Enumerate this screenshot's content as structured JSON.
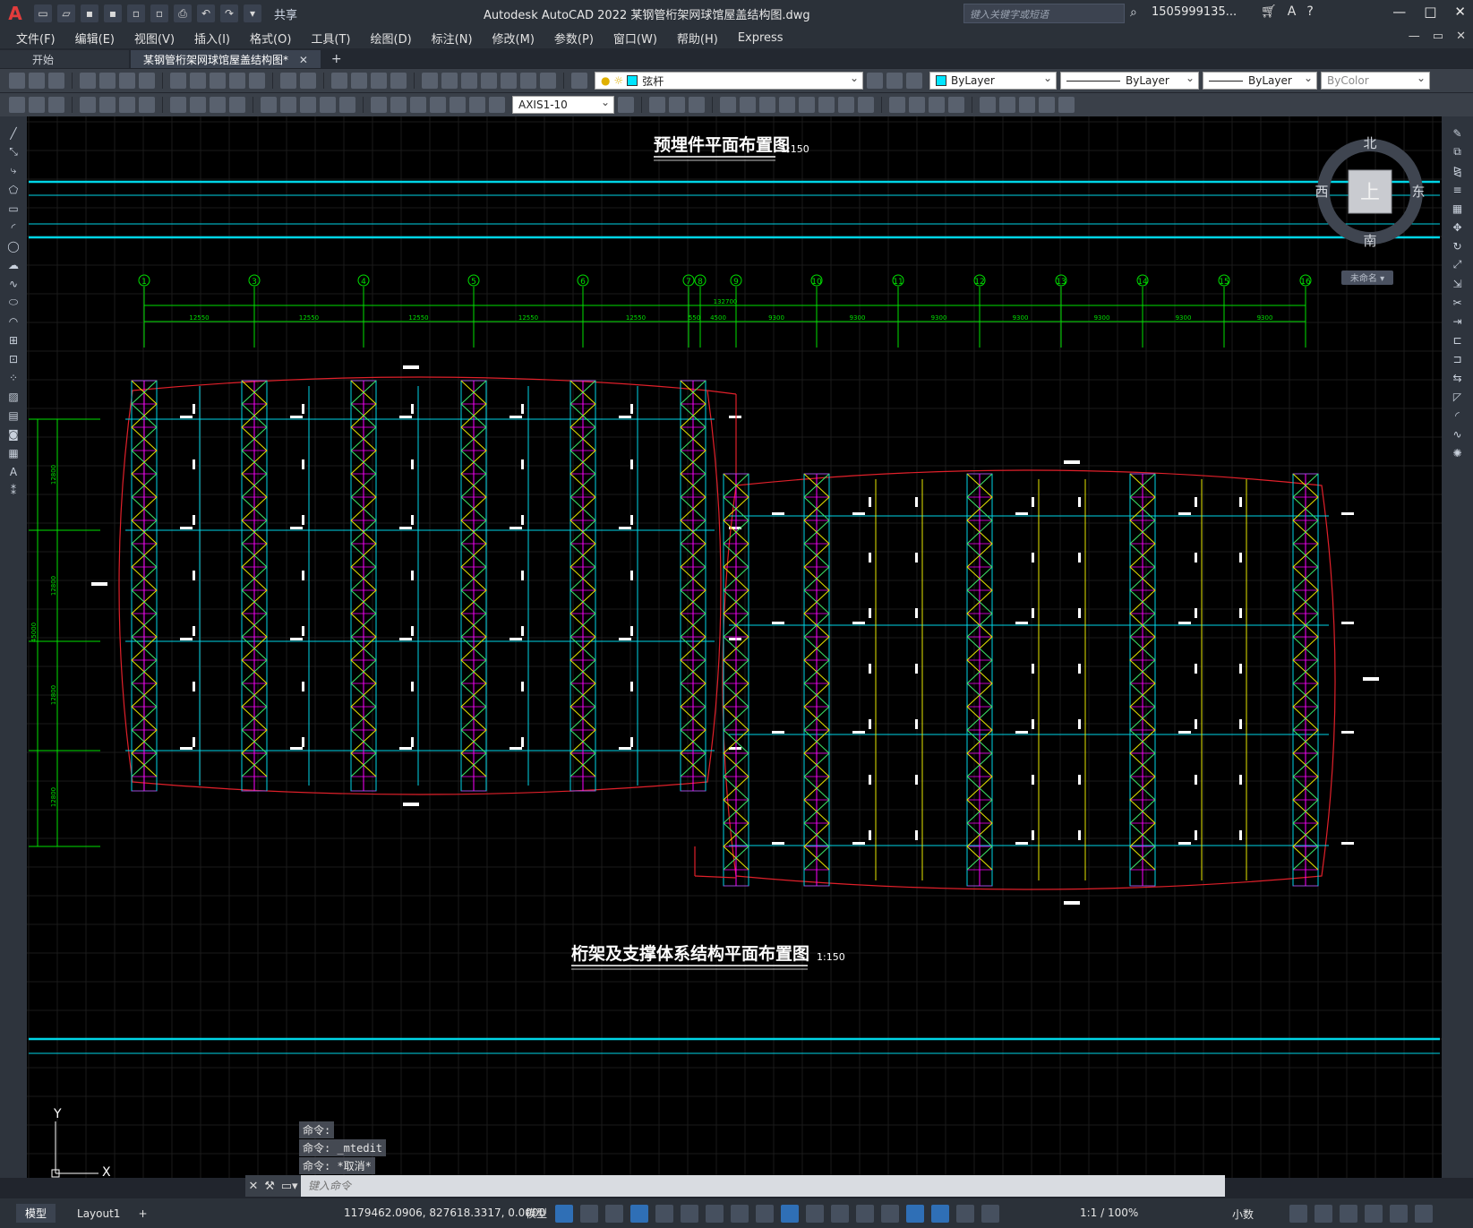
{
  "app": {
    "logo": "A",
    "share_label": "共享",
    "title": "Autodesk AutoCAD 2022    某钢管桁架网球馆屋盖结构图.dwg",
    "search_placeholder": "键入关键字或短语",
    "user": "1505999135...",
    "window_controls": [
      "—",
      "□",
      "✕"
    ]
  },
  "menu": [
    "文件(F)",
    "编辑(E)",
    "视图(V)",
    "插入(I)",
    "格式(O)",
    "工具(T)",
    "绘图(D)",
    "标注(N)",
    "修改(M)",
    "参数(P)",
    "窗口(W)",
    "帮助(H)",
    "Express"
  ],
  "tabs": {
    "start": "开始",
    "doc": "某钢管桁架网球馆屋盖结构图*",
    "close": "✕",
    "add": "+"
  },
  "toolbar": {
    "layer": "弦杆",
    "color": "ByLayer",
    "linetype": "ByLayer",
    "lineweight": "ByLayer",
    "plotstyle": "ByColor",
    "dimstyle": "AXIS1-10"
  },
  "drawing": {
    "title_top": "预埋件平面布置图",
    "scale_top": "1:150",
    "title_bottom": "桁架及支撑体系结构平面布置图",
    "scale_bottom": "1:150",
    "axis_labels": [
      "1",
      "3",
      "4",
      "5",
      "6",
      "7",
      "8",
      "9",
      "10",
      "11",
      "12",
      "13",
      "14",
      "15",
      "16"
    ],
    "total_dim": "132700",
    "dims": [
      "12550",
      "12550",
      "12550",
      "12550",
      "12550",
      "550",
      "4500",
      "9300",
      "9300",
      "9300",
      "9300",
      "9300",
      "9300",
      "9300"
    ],
    "left_dims": [
      "12800",
      "12800",
      "45000",
      "12800",
      "12800"
    ],
    "colors": {
      "grid": "#1c1c1c",
      "cyan": "#00d5e6",
      "green": "#00e000",
      "red": "#e0202a",
      "yellow": "#e6e600",
      "magenta": "#ff00ff",
      "purple": "#9a4dd6"
    }
  },
  "viewcube": {
    "north": "北",
    "south": "南",
    "east": "东",
    "west": "西",
    "top": "上",
    "unnamed": "未命名"
  },
  "ucs": {
    "x": "X",
    "y": "Y"
  },
  "command": {
    "history": [
      "命令:",
      "命令: _mtedit",
      "命令: *取消*"
    ],
    "placeholder": "键入命令"
  },
  "status": {
    "model_tab": "模型",
    "layout_tab": "Layout1",
    "add": "+",
    "coords": "1179462.0906, 827618.3317, 0.0000",
    "model": "模型",
    "scale": "1:1 / 100%",
    "units": "小数"
  }
}
